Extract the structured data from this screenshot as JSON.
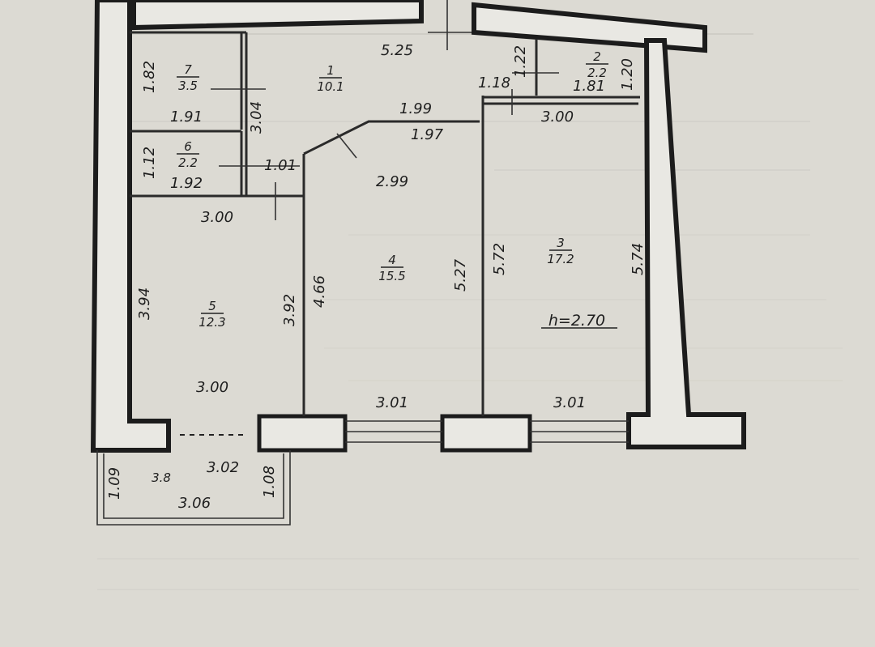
{
  "rooms": [
    {
      "number": "1",
      "area": "10.1"
    },
    {
      "number": "2",
      "area": "2.2"
    },
    {
      "number": "3",
      "area": "17.2"
    },
    {
      "number": "4",
      "area": "15.5"
    },
    {
      "number": "5",
      "area": "12.3"
    },
    {
      "number": "6",
      "area": "2.2"
    },
    {
      "number": "7",
      "area": "3.5"
    }
  ],
  "balcony_area": "3.8",
  "ceiling_height": "h=2.70",
  "dimensions": {
    "hall_top": "5.25",
    "room7_height": "1.82",
    "room7_width": "1.91",
    "hall_partition": "3.04",
    "room6_height": "1.12",
    "room6_width": "1.92",
    "hall_bottom": "1.01",
    "room4_bevel_top": "1.99",
    "room4_bevel_bottom": "1.97",
    "room2_left": "1.22",
    "room2_left_low": "1.18",
    "room2_width": "1.81",
    "room2_right": "1.20",
    "room3_top": "3.00",
    "room4_top": "2.99",
    "room5_top": "3.00",
    "room5_left": "3.94",
    "room5_right": "3.92",
    "room4_left": "4.66",
    "room4_right": "5.27",
    "room3_left": "5.72",
    "room3_right": "5.74",
    "room5_bottom": "3.00",
    "room4_bottom": "3.01",
    "room3_bottom": "3.01",
    "balcony_top": "3.02",
    "balcony_bottom": "3.06",
    "balcony_left": "1.09",
    "balcony_right": "1.08"
  }
}
